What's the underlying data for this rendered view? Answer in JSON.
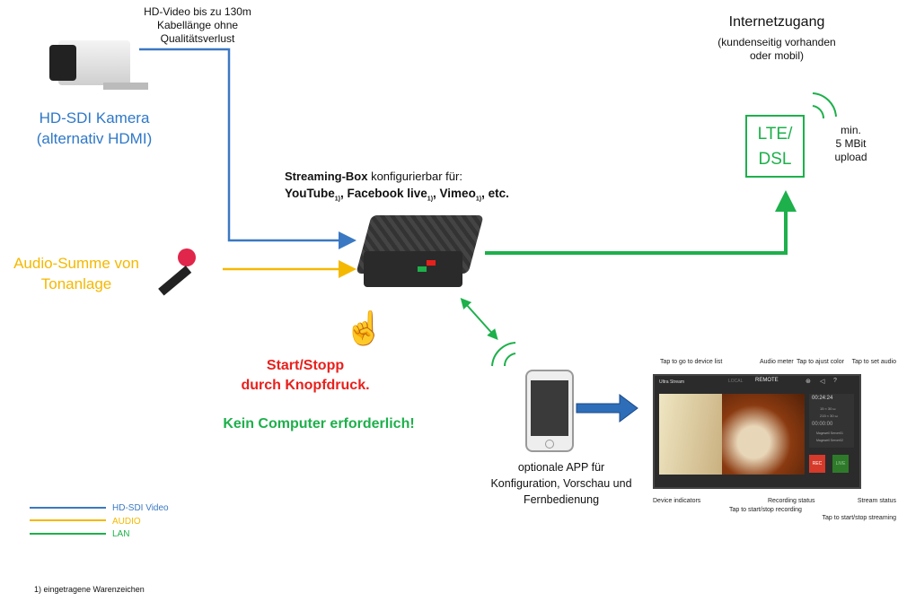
{
  "camera": {
    "label_line1": "HD-SDI Kamera",
    "label_line2": "(alternativ HDMI)",
    "note_line1": "HD-Video bis zu 130m",
    "note_line2": "Kabellänge ohne",
    "note_line3": "Qualitätsverlust"
  },
  "audio": {
    "label_line1": "Audio-Summe von",
    "label_line2": "Tonanlage"
  },
  "internet": {
    "title": "Internetzugang",
    "sub_line1": "(kundenseitig vorhanden",
    "sub_line2": "oder mobil)",
    "box_line1": "LTE/",
    "box_line2": "DSL",
    "upload_line1": "min.",
    "upload_line2": "5 MBit",
    "upload_line3": "upload"
  },
  "box": {
    "line1_bold": "Streaming-Box",
    "line1_rest": " konfigurierbar für:",
    "yt": "YouTube",
    "fb": "Facebook live",
    "vimeo": "Vimeo",
    "sup": "1)",
    "etc": "etc."
  },
  "start": {
    "line1": "Start/Stopp",
    "line2": "durch Knopfdruck.",
    "no_pc": "Kein Computer erforderlich!"
  },
  "app": {
    "caption_line1": "optionale APP für",
    "caption_line2": "Konfiguration, Vorschau und",
    "caption_line3": "Fernbedienung",
    "title": "Ultra Stream",
    "local": "LOCAL",
    "remote": "REMOTE",
    "timer": "00:24:24",
    "row1": "15 ≈ 30 ω",
    "row2": "215 ≈ 30 ω",
    "timer2": "00:00:00",
    "server1": "Magewell Server01",
    "server2": "Magewell Server02",
    "rec": "REC",
    "live": "LIVE",
    "annotations": {
      "device_list": "Tap to go to device list",
      "audio_meter": "Audio meter",
      "color": "Tap to ajust color",
      "set_audio": "Tap to set audio",
      "device_indicators": "Device indicators",
      "recording_status": "Recording status",
      "start_rec": "Tap to start/stop recording",
      "stream_status": "Stream status",
      "start_stream": "Tap to start/stop streaming"
    }
  },
  "legend": [
    {
      "label": "HD-SDI Video",
      "color": "#3a78c3"
    },
    {
      "label": "AUDIO",
      "color": "#f5b800"
    },
    {
      "label": "LAN",
      "color": "#1db04b"
    }
  ],
  "footnote": "1) eingetragene Warenzeichen",
  "colors": {
    "blue": "#3a78c3",
    "yellow": "#f5b800",
    "green": "#1db04b",
    "red": "#e8201c"
  }
}
